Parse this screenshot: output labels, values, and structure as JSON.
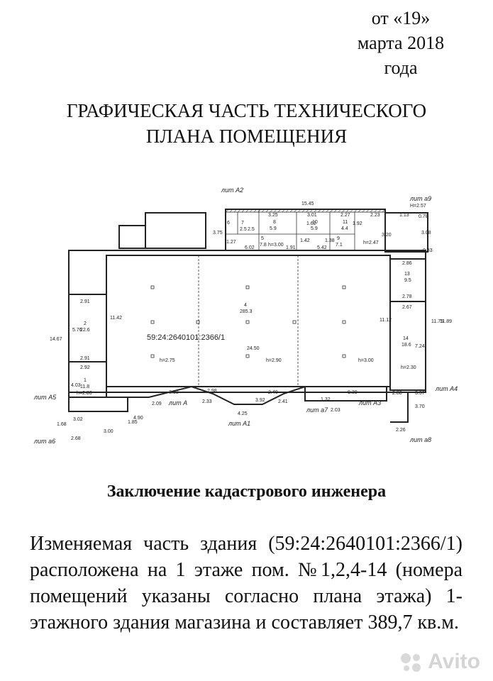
{
  "header": {
    "date_line1": "от «19»",
    "date_line2": "марта 2018",
    "date_line3": "года"
  },
  "title": {
    "line1": "ГРАФИЧЕСКАЯ ЧАСТЬ ТЕХНИЧЕСКОГО",
    "line2": "ПЛАНА ПОМЕЩЕНИЯ"
  },
  "plan": {
    "cadastral": "59:24:2640101:2366/1",
    "liters": {
      "a2": "лит А2",
      "a9": "лит а9",
      "a4": "лит А4",
      "a5": "лит А5",
      "a": "лит А",
      "a1": "лит А1",
      "a7": "лит а7",
      "a3": "лит А3",
      "a6": "лит а6",
      "a8": "лит а8"
    },
    "rooms": {
      "r4_num": "4",
      "r4_area": "285.3",
      "r2_num": "2",
      "r2_area": "22.6",
      "r1_num": "1",
      "r1_area": "11.8",
      "r13_num": "13",
      "r13_area": "9.5",
      "r14_num": "14",
      "r14_area": "18.6",
      "r8_num": "8",
      "r8_area": "5.9",
      "r5_num": "5",
      "r5_area": "7.8",
      "r10_num": "10",
      "r10_area": "5.9",
      "r11_num": "11",
      "r11_area": "4.4",
      "r9_num": "9",
      "r9_area": "7.1",
      "r7_num": "7",
      "r7_area": "2.5",
      "r6_num": "6",
      "r6_area": "2.5"
    },
    "heights": {
      "h1": "h=2.75",
      "h2": "h=2.90",
      "h3": "h=3.00",
      "h4": "h=2.30",
      "h5": "h=2.80",
      "h6": "h=3.00",
      "h7": "h=2.47",
      "h8": "H=2.57"
    },
    "dims": {
      "d15_45": "15.45",
      "d3_25": "3.25",
      "d3_01": "3.01",
      "d2_27": "2.27",
      "d2_23": "2.23",
      "d1_13": "1.13",
      "d0_78": "0.78",
      "d3_08": "3.08",
      "d0_83": "0.83",
      "d3_75": "3.75",
      "d6_02": "6.02",
      "d5_42": "5.42",
      "d1_42": "1.42",
      "d1_62": "1.62",
      "d1_92": "1.92",
      "d1_91": "1.91",
      "d3_20": "3.20",
      "d1_27": "1.27",
      "d1_38": "1.38",
      "d2_91a": "2.91",
      "d2_91b": "2.91",
      "d2_92": "2.92",
      "d5_76": "5.76",
      "d14_67": "14.67",
      "d11_42": "11.42",
      "d4_03": "4.03",
      "d24_50": "24.50",
      "d11_12": "11.12",
      "d2_86": "2.86",
      "d2_78": "2.78",
      "d2_67": "2.67",
      "d11_75": "11.75",
      "d11_89": "11.89",
      "d7_24": "7.24",
      "d3_88": "3.88",
      "d2_98": "2.98",
      "d2_33": "2.33",
      "d3_92": "3.92",
      "d2_40": "2.40",
      "d2_41": "2.41",
      "d4_25": "4.25",
      "d9_39": "9.39",
      "d1_32": "1.32",
      "d2_03": "2.03",
      "d2_88": "2.88",
      "d3_37": "3.37",
      "d3_70": "3.70",
      "d2_26": "2.26",
      "d2_09": "2.09",
      "d4_90": "4.90",
      "d1_85": "1.85",
      "d3_02": "3.02",
      "d3_00": "3.00",
      "d1_68": "1.68",
      "d2_68": "2.68"
    }
  },
  "conclusion": {
    "title": "Заключение кадастрового инженера",
    "text": "Изменяемая часть здания (59:24:2640101:2366/1) расположена на 1 этаже пом. №1,2,4-14 (номера помещений указаны согласно плана этажа) 1-этажного здания магазина и составляет 389,7 кв.м."
  },
  "watermark": {
    "text": "Avito"
  }
}
